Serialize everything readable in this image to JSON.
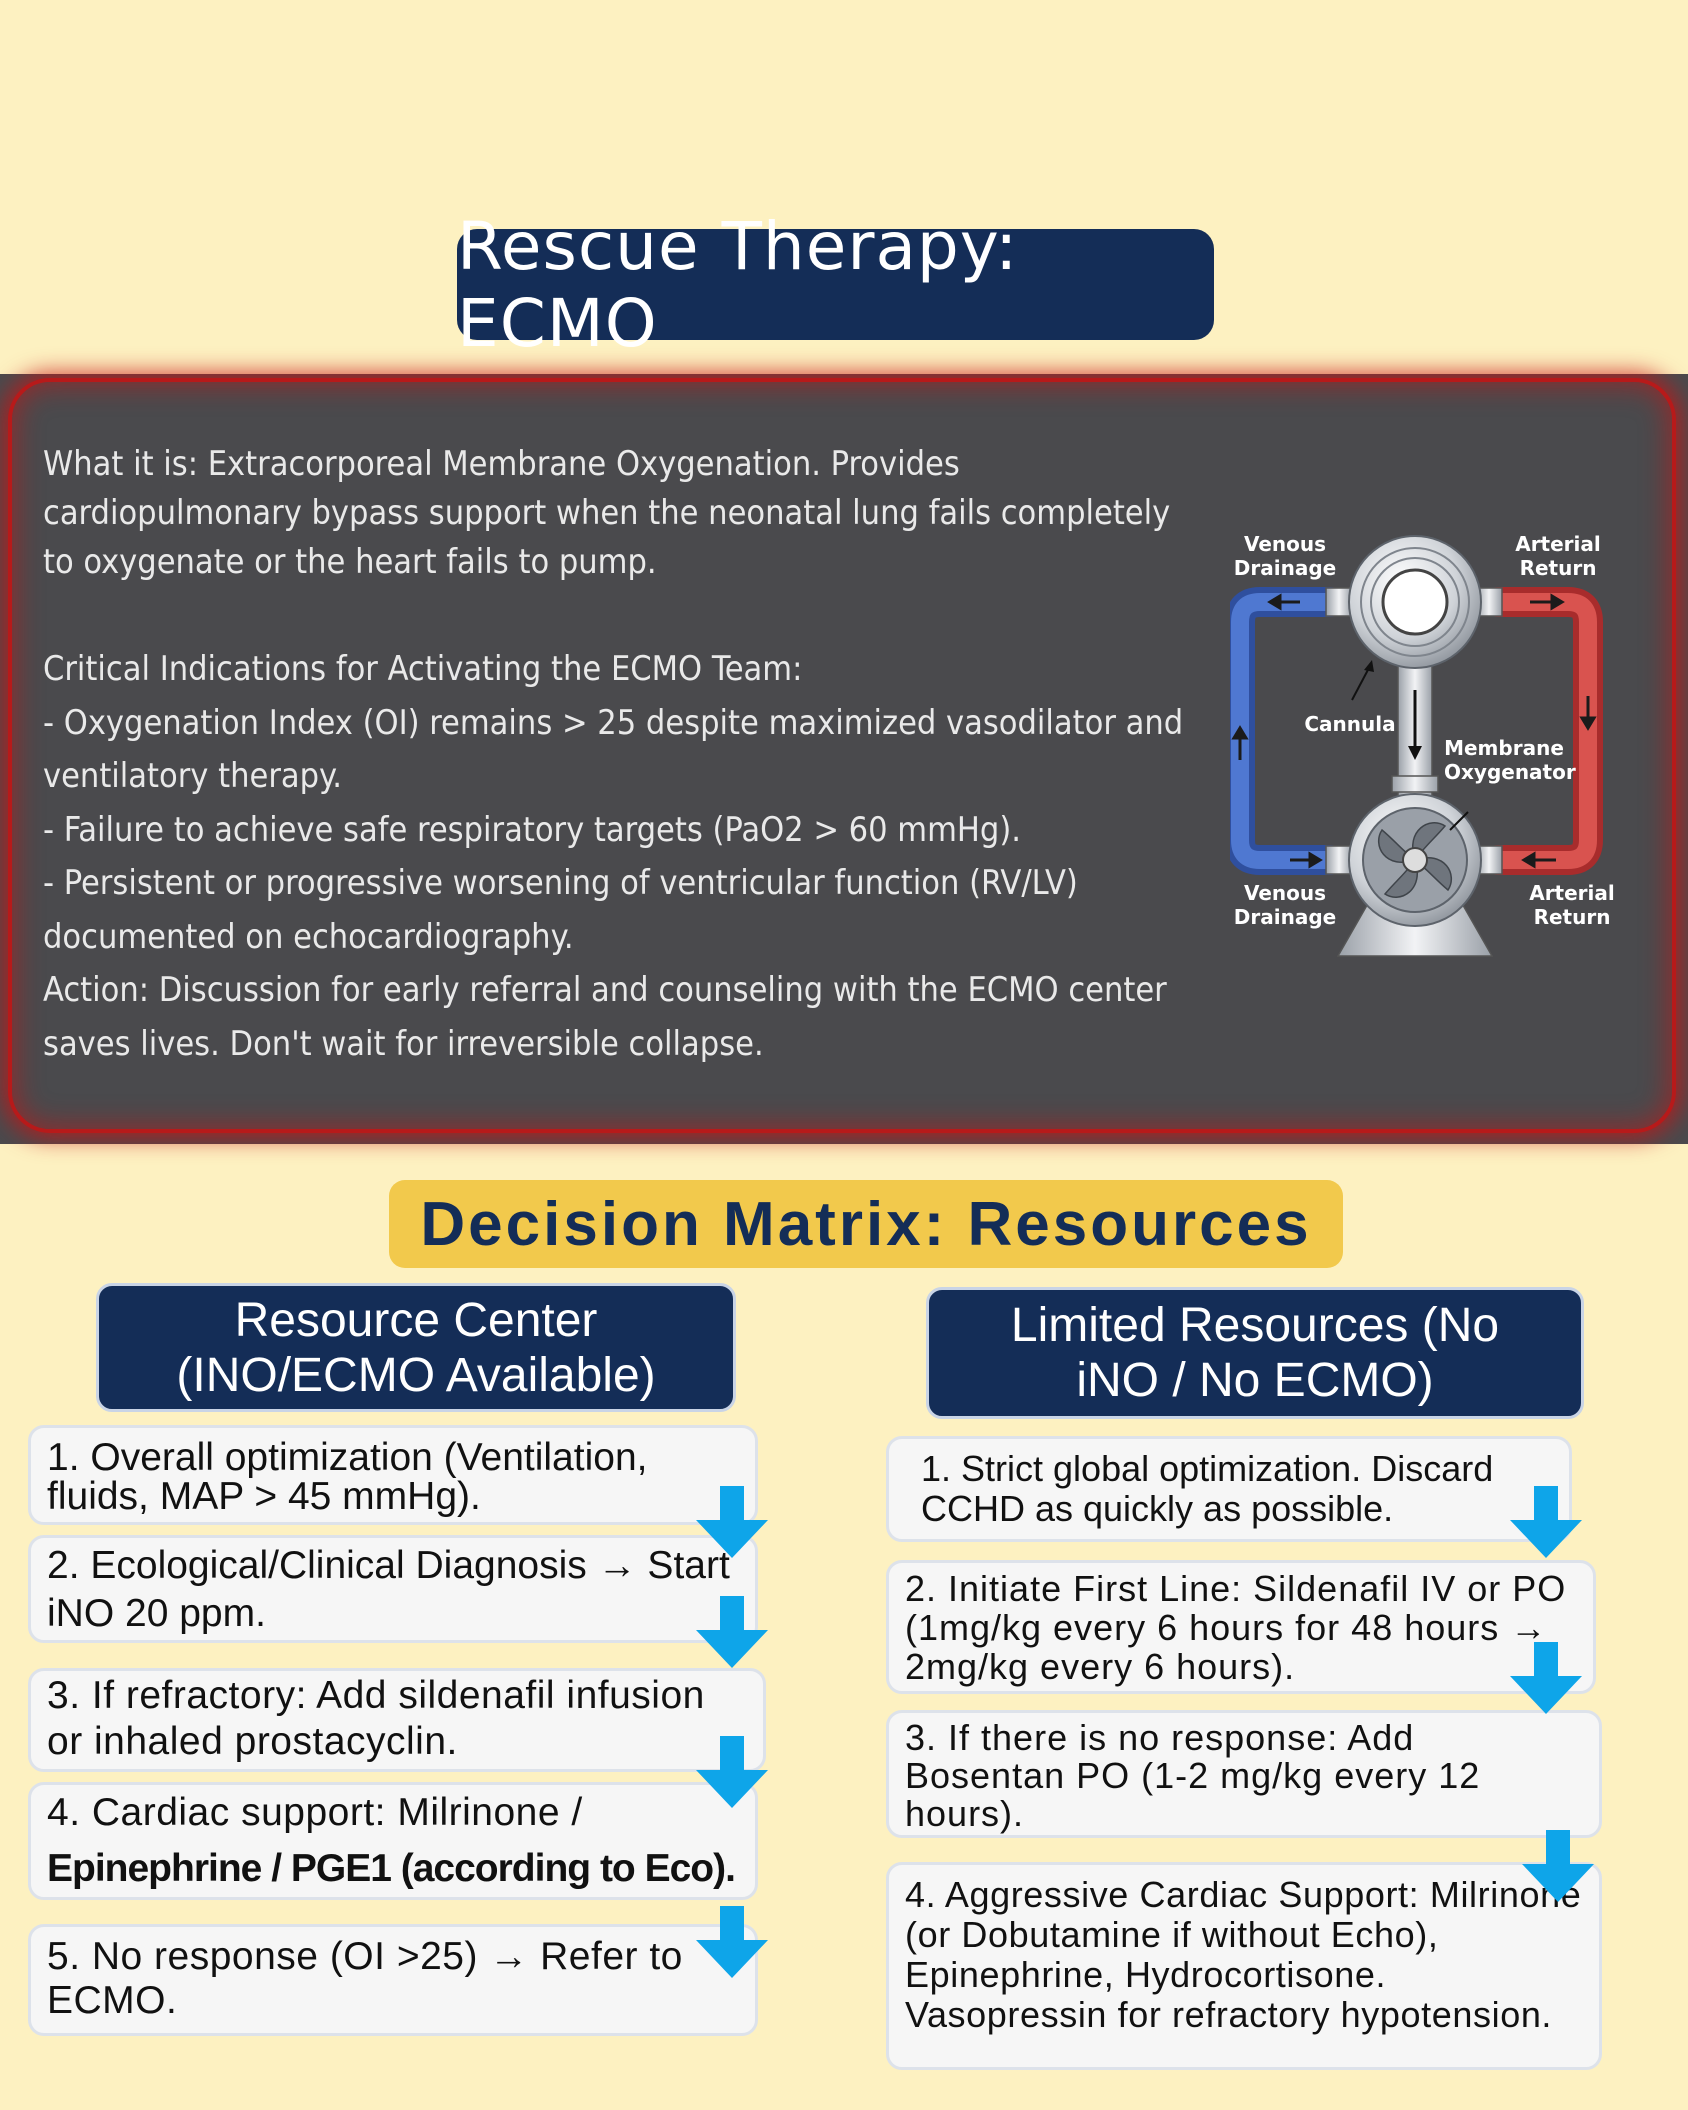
{
  "title": "Rescue Therapy: ECMO",
  "ecmo": {
    "what_it_is": "What it is: Extracorporeal Membrane Oxygenation. Provides cardiopulmonary bypass support when the neonatal lung fails completely to oxygenate or the heart fails to pump.",
    "indications_heading": "Critical Indications for Activating the ECMO Team:",
    "indications": [
      "- Oxygenation Index (OI) remains > 25 despite maximized vasodilator and ventilatory therapy.",
      "- Failure to achieve safe respiratory targets (PaO2 > 60 mmHg).",
      "- Persistent or progressive worsening of ventricular function (RV/LV) documented on echocardiography."
    ],
    "action": "Action: Discussion for early referral and counseling with the ECMO center saves lives. Don't wait for irreversible collapse."
  },
  "diagram": {
    "labels": {
      "venous_drainage_top": [
        "Venous",
        "Drainage"
      ],
      "arterial_return_top": [
        "Arterial",
        "Return"
      ],
      "cannula": "Cannula",
      "membrane_oxygenator": [
        "Membrane",
        "Oxygenator"
      ],
      "venous_drainage_bottom": [
        "Venous",
        "Drainage"
      ],
      "arterial_return_bottom": [
        "Arterial",
        "Return"
      ]
    },
    "colors": {
      "venous": "#3b5fb5",
      "arterial": "#cc3d3d"
    }
  },
  "decision_matrix": {
    "title": "Decision Matrix: Resources",
    "left": {
      "header": [
        "Resource Center",
        "(INO/ECMO Available)"
      ],
      "steps": [
        "1. Overall optimization (Ventilation, fluids, MAP > 45 mmHg).",
        "2. Ecological/Clinical Diagnosis → Start iNO 20 ppm.",
        "3. If refractory: Add sildenafil infusion or inhaled prostacyclin.",
        "4. Cardiac support: Milrinone /",
        "5. No response (OI >25) → Refer to ECMO."
      ],
      "step4_bold": "Epinephrine / PGE1 (according to Eco)."
    },
    "right": {
      "header": [
        "Limited Resources (No",
        "iNO / No ECMO)"
      ],
      "steps": [
        "1. Strict global optimization. Discard CCHD as quickly as possible.",
        "2. Initiate First Line: Sildenafil IV or PO (1mg/kg every 6 hours for 48 hours → 2mg/kg every 6 hours).",
        "3. If there is no response: Add Bosentan PO (1-2 mg/kg every 12 hours).",
        "4. Aggressive Cardiac Support: Milrinone (or Dobutamine if without Echo), Epinephrine, Hydrocortisone. Vasopressin for refractory hypotension."
      ]
    }
  }
}
